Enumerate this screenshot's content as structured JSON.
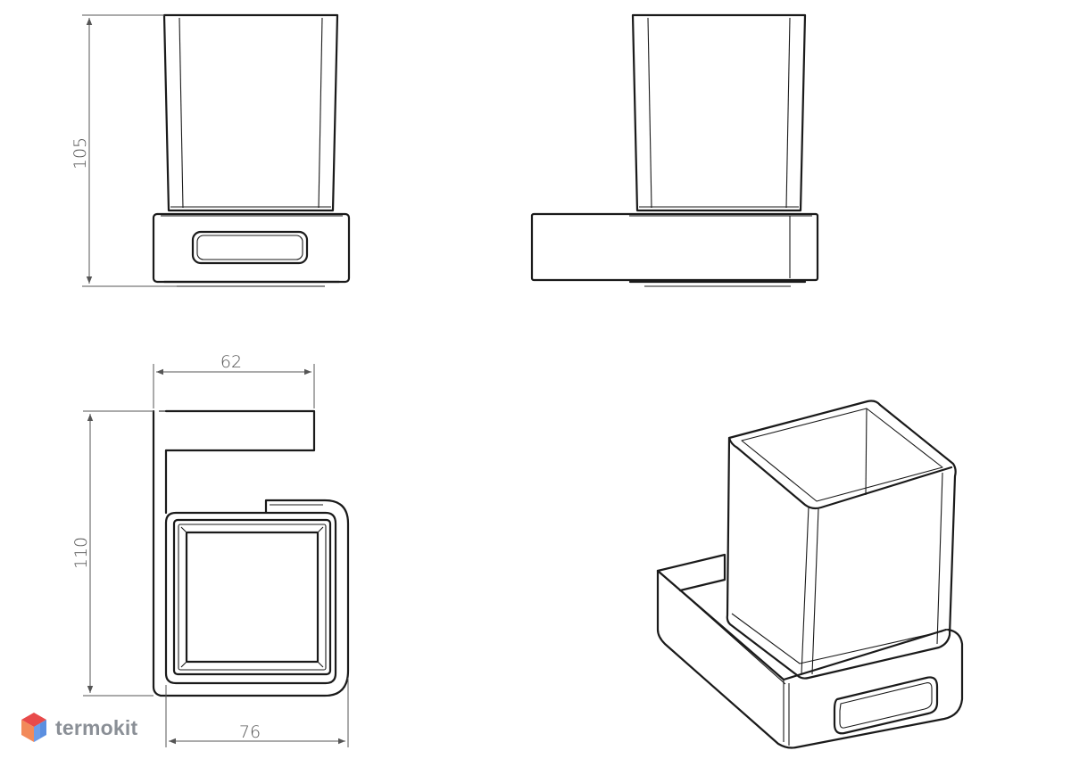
{
  "dimensions": {
    "height_front": "105",
    "depth_top": "62",
    "width_bottom": "76",
    "length_side": "110"
  },
  "watermark": {
    "text": "termokit",
    "colors": [
      "#e84a4a",
      "#f28a5a",
      "#5b8fe0",
      "#7aa6ee"
    ]
  }
}
